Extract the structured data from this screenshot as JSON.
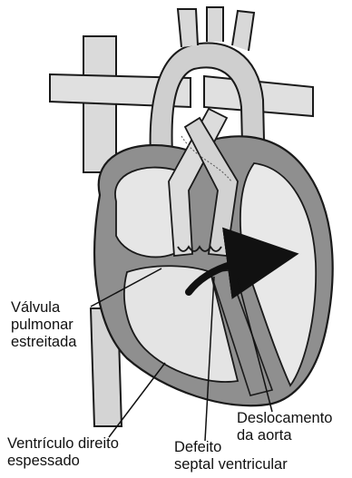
{
  "labels": {
    "valvula": [
      "Válvula",
      "pulmonar",
      "estreitada"
    ],
    "ventriculo": [
      "Ventrículo direito",
      "espessado"
    ],
    "defeito": [
      "Defeito",
      "septal ventricular"
    ],
    "deslocamento": [
      "Deslocamento",
      "da aorta"
    ]
  },
  "colors": {
    "outline": "#1a1a1a",
    "wall": "#8f8f8f",
    "chamber": "#e4e4e4",
    "vessel": "#d6d6d6",
    "background": "#ffffff"
  }
}
